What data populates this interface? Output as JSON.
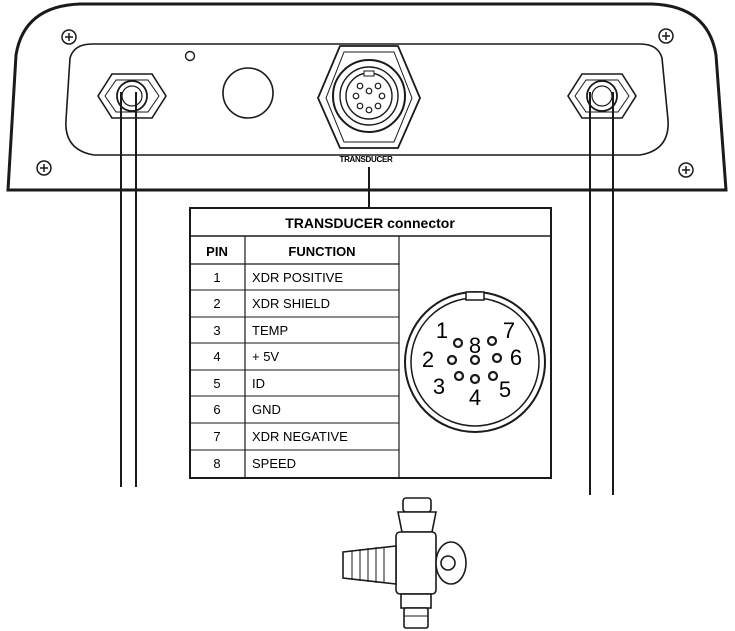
{
  "device": {
    "connector_label": "TRANSDUCER"
  },
  "table": {
    "title": "TRANSDUCER connector",
    "col_pin": "PIN",
    "col_function": "FUNCTION",
    "rows": [
      {
        "pin": "1",
        "function": "XDR POSITIVE"
      },
      {
        "pin": "2",
        "function": "XDR SHIELD"
      },
      {
        "pin": "3",
        "function": "TEMP"
      },
      {
        "pin": "4",
        "function": "+ 5V"
      },
      {
        "pin": "5",
        "function": "ID"
      },
      {
        "pin": "6",
        "function": "GND"
      },
      {
        "pin": "7",
        "function": "XDR NEGATIVE"
      },
      {
        "pin": "8",
        "function": "SPEED"
      }
    ]
  },
  "pinout": {
    "labels": [
      "1",
      "2",
      "3",
      "4",
      "5",
      "6",
      "7",
      "8"
    ]
  }
}
